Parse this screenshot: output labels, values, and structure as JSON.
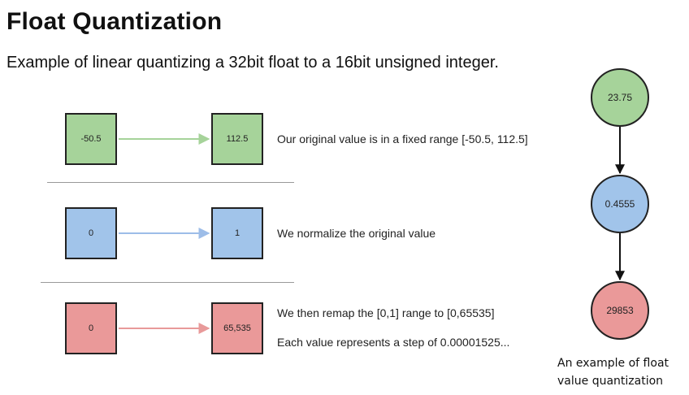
{
  "title": "Float Quantization",
  "subtitle": "Example of linear quantizing a 32bit float to a 16bit unsigned integer.",
  "rows": [
    {
      "from": "-50.5",
      "to": "112.5",
      "notes": [
        "Our original value is in a fixed range [-50.5, 112.5]"
      ],
      "color": "#a6d39a"
    },
    {
      "from": "0",
      "to": "1",
      "notes": [
        "We normalize the original value"
      ],
      "color": "#a1c4ea"
    },
    {
      "from": "0",
      "to": "65,535",
      "notes": [
        "We then remap the [0,1] range to [0,65535]",
        "Each value represents a step of 0.00001525..."
      ],
      "color": "#ea9999"
    }
  ],
  "example_chain": {
    "values": [
      "23.75",
      "0.4555",
      "29853"
    ],
    "colors": [
      "#a6d39a",
      "#a1c4ea",
      "#ea9999"
    ],
    "caption_lines": [
      "An example of float",
      "value quantization"
    ]
  },
  "arrow_colors": {
    "green": "#a6d39a",
    "blue": "#9dbde8",
    "red": "#e89a9a",
    "chain": "#111111"
  }
}
